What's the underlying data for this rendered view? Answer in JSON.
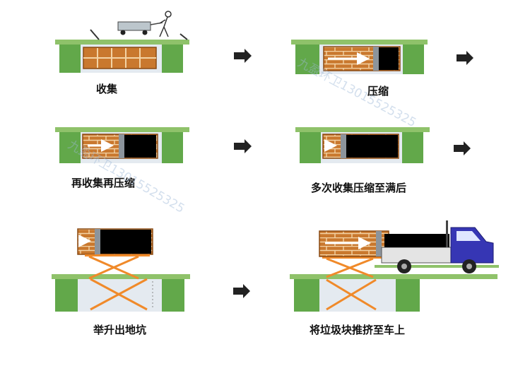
{
  "steps": [
    {
      "label": "收集"
    },
    {
      "label": "压缩"
    },
    {
      "label": "再收集再压缩"
    },
    {
      "label": "多次收集压缩至满后"
    },
    {
      "label": "举升出地坑"
    },
    {
      "label": "将垃圾块推挤至车上"
    }
  ],
  "watermark": "九盈环卫13015525325",
  "colors": {
    "ground": "#8fc26a",
    "pillar": "#62a84a",
    "pit": "#e4eaf0",
    "brick": "#c9782e",
    "brick_line": "#f3d3a5",
    "scissor": "#f08a2a",
    "truck_cab": "#3636b4",
    "truck_bed": "#e4e4e4",
    "arrow": "#222222",
    "garbage": "#000000"
  }
}
